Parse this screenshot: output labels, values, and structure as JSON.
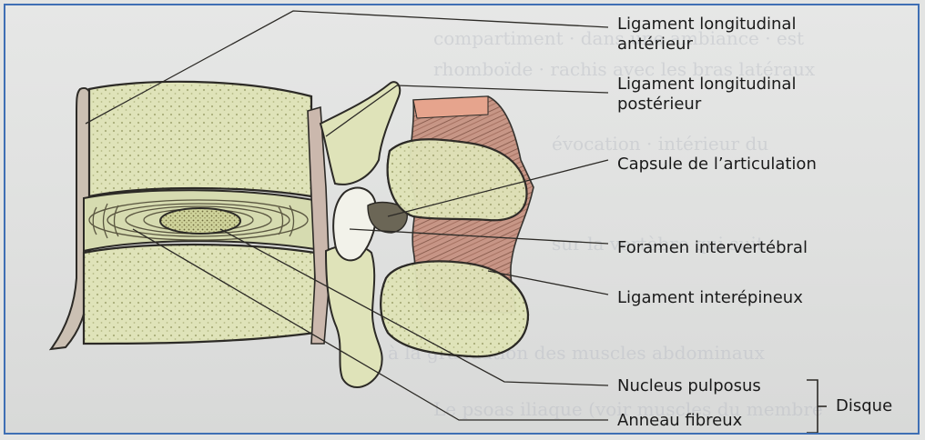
{
  "labels": {
    "lig_long_ant_1": "Ligament longitudinal",
    "lig_long_ant_2": "antérieur",
    "lig_long_post_1": "Ligament longitudinal",
    "lig_long_post_2": "postérieur",
    "capsule": "Capsule de l’articulation",
    "foramen": "Foramen intervertébral",
    "lig_interepineux": "Ligament interépineux",
    "nucleus": "Nucleus pulposus",
    "anneau": "Anneau fibreux",
    "disque": "Disque"
  },
  "colors": {
    "bone": "#dfe3b9",
    "bone_dots": "#a8ad7a",
    "ligament": "#c9a79b",
    "muscle": "#b9846e",
    "outline": "#2c2a26",
    "frame": "#3f6fb4"
  }
}
